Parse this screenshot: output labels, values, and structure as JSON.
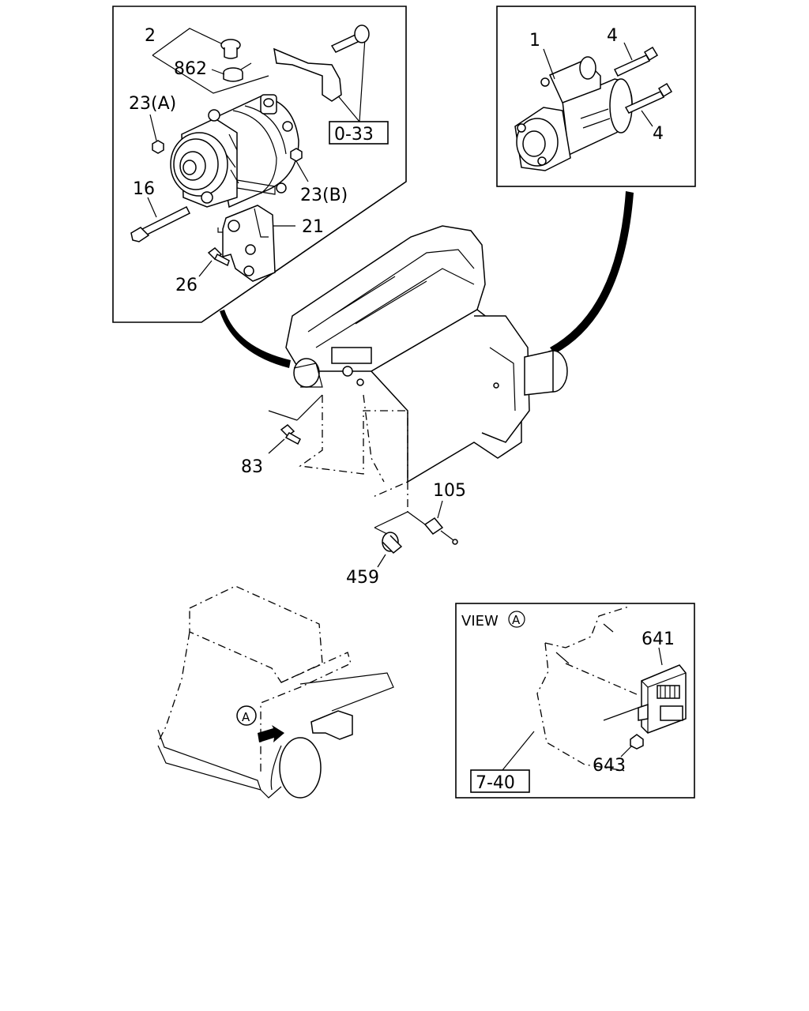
{
  "labels": {
    "alt_group": "2",
    "cap": "862",
    "nut_a": "23(A)",
    "nut_b": "23(B)",
    "ref_033": "0-33",
    "bolt_16": "16",
    "bracket_21": "21",
    "bolt_26": "26",
    "starter": "1",
    "starter_bolt_top": "4",
    "starter_bolt_bottom": "4",
    "bolt_83": "83",
    "sensor_105": "105",
    "bush_459": "459",
    "view_title": "VIEW",
    "view_marker": "A",
    "relay_641": "641",
    "nut_643": "643",
    "ref_740": "7-40",
    "truck_marker": "A"
  }
}
